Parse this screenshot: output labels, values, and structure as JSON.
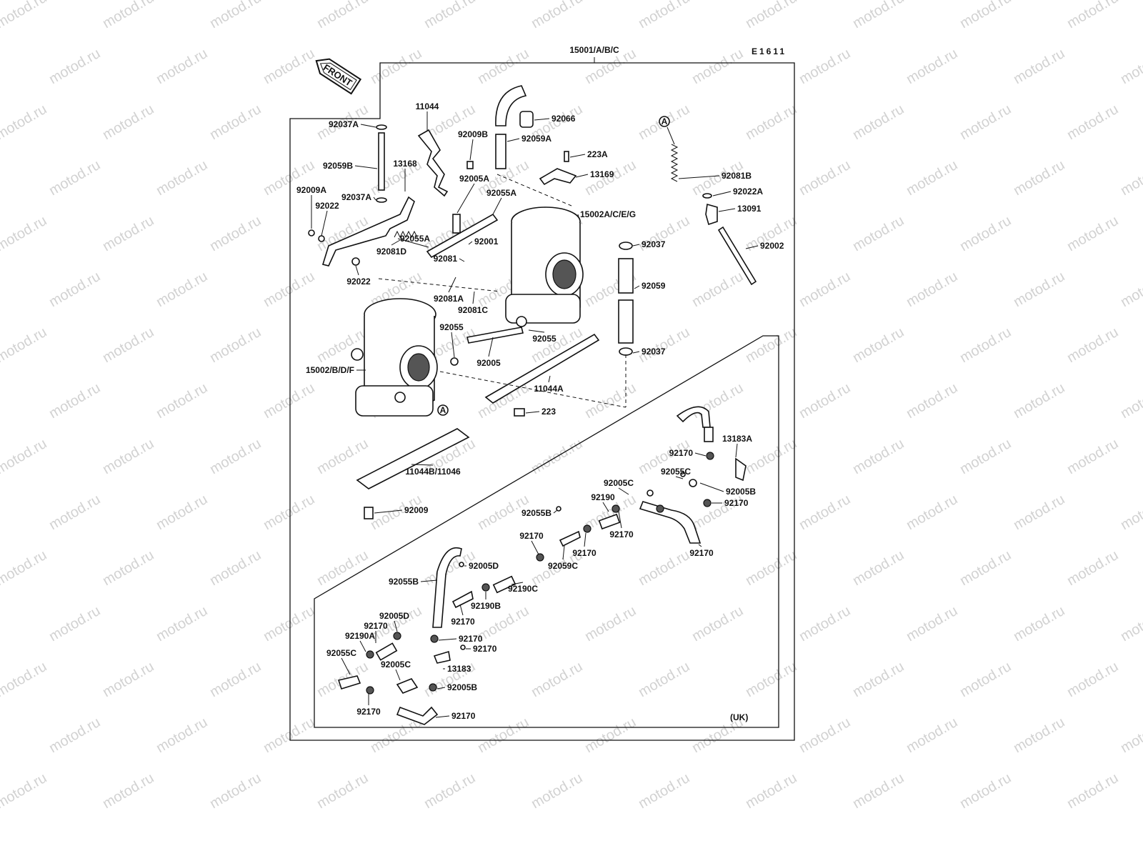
{
  "diagram": {
    "assembly_code": "15001/A/B/C",
    "figure_code": "E1611",
    "front_label": "FRONT",
    "region_note": "(UK)",
    "reference_mark": "A",
    "watermark_text": "motod.ru",
    "colors": {
      "ink": "#111111",
      "watermark": "#d2d2d2",
      "background": "#ffffff"
    },
    "labels": [
      "92037A",
      "11044",
      "92066",
      "92009B",
      "92059A",
      "223A",
      "92059B",
      "13168",
      "13169",
      "92005A",
      "92081B",
      "92009A",
      "92037A",
      "92055A",
      "92022A",
      "92022",
      "15002A/C/E/G",
      "13091",
      "92055A",
      "92001",
      "92037",
      "92002",
      "92081D",
      "92081",
      "92022",
      "92059",
      "92081A",
      "92081C",
      "92055",
      "92055",
      "92005",
      "92037",
      "15002/B/D/F",
      "11044A",
      "223",
      "13183A",
      "92170",
      "92055C",
      "92005C",
      "92005B",
      "92190",
      "92170",
      "11044B/11046",
      "92009",
      "92055B",
      "92170",
      "92170",
      "92170",
      "92170",
      "92059C",
      "92005D",
      "92055B",
      "92190C",
      "92190B",
      "92170",
      "92005D",
      "92170",
      "92190A",
      "92170",
      "92170",
      "92055C",
      "92005C",
      "13183",
      "92005B",
      "92170",
      "92170",
      "92059C"
    ]
  }
}
